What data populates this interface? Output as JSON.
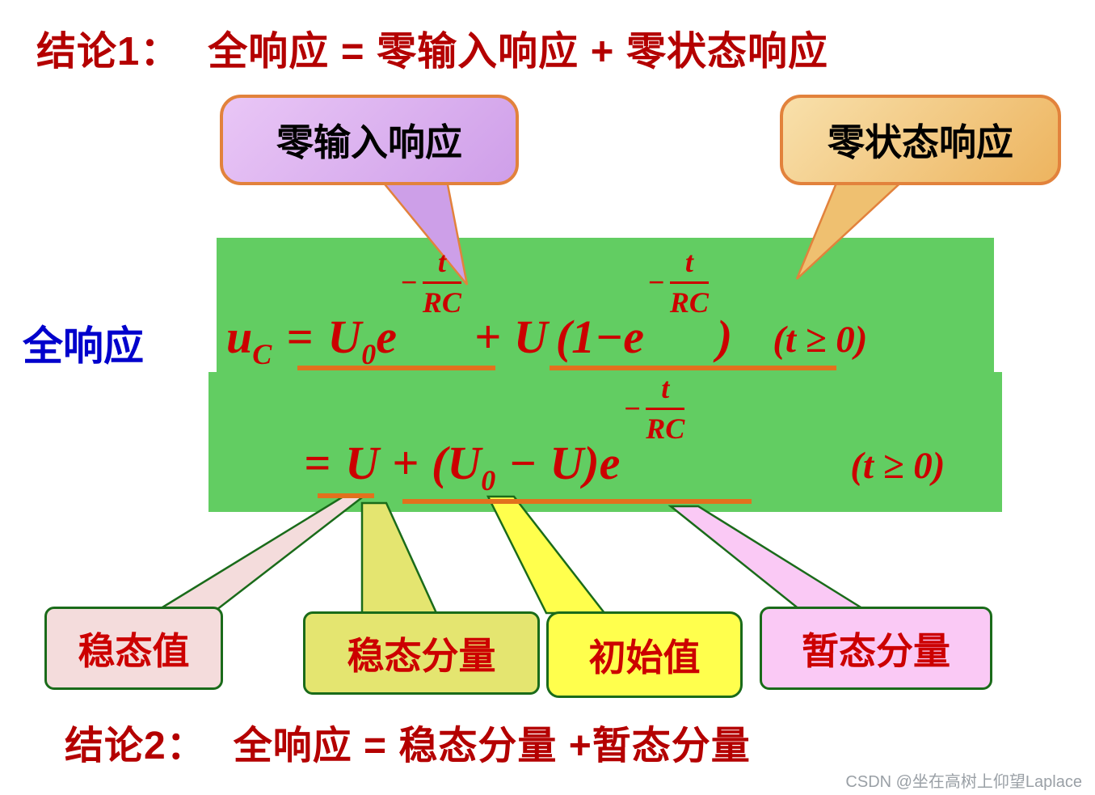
{
  "title1": {
    "label": "结论1：",
    "text": "全响应 = 零输入响应 + 零状态响应"
  },
  "title2": {
    "label": "结论2：",
    "text": "全响应 = 稳态分量 +暂态分量"
  },
  "callouts": {
    "zero_input": "零输入响应",
    "zero_state": "零状态响应"
  },
  "full_response_label": "全响应",
  "formula": {
    "exp": {
      "minus": "−",
      "num": "t",
      "den": "RC"
    },
    "line1": {
      "var": "u",
      "var_sub": "C",
      "equals": "=",
      "u0": "U",
      "u0_sub": "0",
      "e1": "e",
      "plus": "+",
      "u_mid": "U",
      "open": "(1−",
      "e2": "e",
      "close": ")",
      "domain": "(t ≥ 0)"
    },
    "line2": {
      "equals": "=",
      "u1": "U",
      "plus": "+",
      "open": "(",
      "u0": "U",
      "u0_sub": "0",
      "minus": "−",
      "u2": "U",
      "close": ")",
      "e": "e",
      "domain": "(t ≥ 0)"
    }
  },
  "labels": {
    "steady_value": "稳态值",
    "steady_component": "稳态分量",
    "initial_value": "初始值",
    "transient_component": "暂态分量"
  },
  "watermark": "CSDN @坐在高树上仰望Laplace",
  "colors": {
    "title_red": "#b40000",
    "formula_red": "#cc0000",
    "green_panel": "#62cd62",
    "underline_orange": "#e2711d",
    "bubble_border_orange": "#e2823c",
    "bubble_purple": "#cf9fe9",
    "bubble_orange": "#edb45f",
    "box_border_green": "#1a6b1a",
    "box_pink": "#f4dcdc",
    "box_olive": "#e4e570",
    "box_yellow": "#ffff4d",
    "box_magenta": "#fac9f5",
    "label_blue": "#0000cc"
  }
}
